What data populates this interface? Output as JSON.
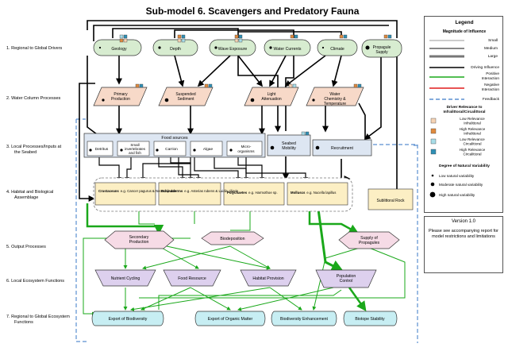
{
  "title": "Sub-model 6. Scavengers and Predatory Fauna",
  "row_labels": [
    "1. Regional to Global Drivers",
    "2. Water Column Processes",
    "3. Local Processes/Inputs at the Seabed",
    "4. Habitat and Biological Assemblage",
    "5. Output Processes",
    "6. Local Ecosystem Functions",
    "7. Regional to Global Ecosystem Functions"
  ],
  "drivers": [
    "Geology",
    "Depth",
    "Wave Exposure",
    "Water Currents",
    "Climate",
    "Propagule Supply"
  ],
  "water_column": [
    "Primary Production",
    "Suspended Sediment",
    "Light Attenuation",
    "Water Chemistry & Temperature"
  ],
  "food_sources": {
    "title": "Food sources",
    "items": [
      "Detritus",
      "Small invertebrates and fish",
      "Carrion",
      "Algae",
      "Micro-organisms"
    ]
  },
  "seabed": {
    "mobility": "Seabed Mobility",
    "recruitment": "Recruitment"
  },
  "assemblage": [
    {
      "group": "Crustaceans",
      "example": "e.g. Cancer pagurus & Necora puber"
    },
    {
      "group": "Echinoderms",
      "example": "e.g. Asterias rubens & Luidia ciliaris"
    },
    {
      "group": "Polychaetes",
      "example": "e.g. Harmothoe sp."
    },
    {
      "group": "Molluscs",
      "example": "e.g. Nucella lapillus"
    }
  ],
  "sublittoral_rock": "Sublittoral Rock",
  "outputs": [
    "Secondary Production",
    "Biodeposition",
    "Supply of Propagules"
  ],
  "local_functions": [
    "Nutrient Cycling",
    "Food Resource",
    "Habitat Provision",
    "Population Control"
  ],
  "regional_functions": [
    "Export of Biodiversity",
    "Export of Organic Matter",
    "Biodiversity Enhancement",
    "Biotope Stability"
  ],
  "legend": {
    "title": "Legend",
    "magnitude_title": "Magnitude of Influence",
    "magnitude": [
      "Small",
      "Medium",
      "Large"
    ],
    "lines": [
      "Driving Influence",
      "Positive Interaction",
      "Negative Interaction",
      "Feedback"
    ],
    "relevance_title": "Driver Relevance to Infralittoral/Circalittoral",
    "relevance": [
      "Low Relevance Infralittoral",
      "High Relevance Infralittoral",
      "Low Relevance Circalittoral",
      "High Relevance Circalittoral"
    ],
    "variability_title": "Degree of Natural Variability",
    "variability": [
      "Low natural variability",
      "Moderate natural variability",
      "High natural variability"
    ]
  },
  "version": {
    "label": "Version 1.0",
    "note": "Please see accompanying report for model restrictions and limitations"
  },
  "colors": {
    "driving": "#000000",
    "positive": "#1aa81a",
    "negative": "#e01b1b",
    "feedback": "#5b8fd0",
    "driver_fill": "#d7ecd0",
    "water_fill": "#f7d9c8",
    "food_fill": "#dde6f2",
    "assemblage_fill": "#fcefc4",
    "output_fill": "#f6dbe6",
    "function_fill": "#ddd0ee",
    "regional_fill": "#c7eef3",
    "low_infra": "#f5d3b4",
    "high_infra": "#e08a3e",
    "low_circa": "#a8dde8",
    "high_circa": "#2f8fb5"
  }
}
